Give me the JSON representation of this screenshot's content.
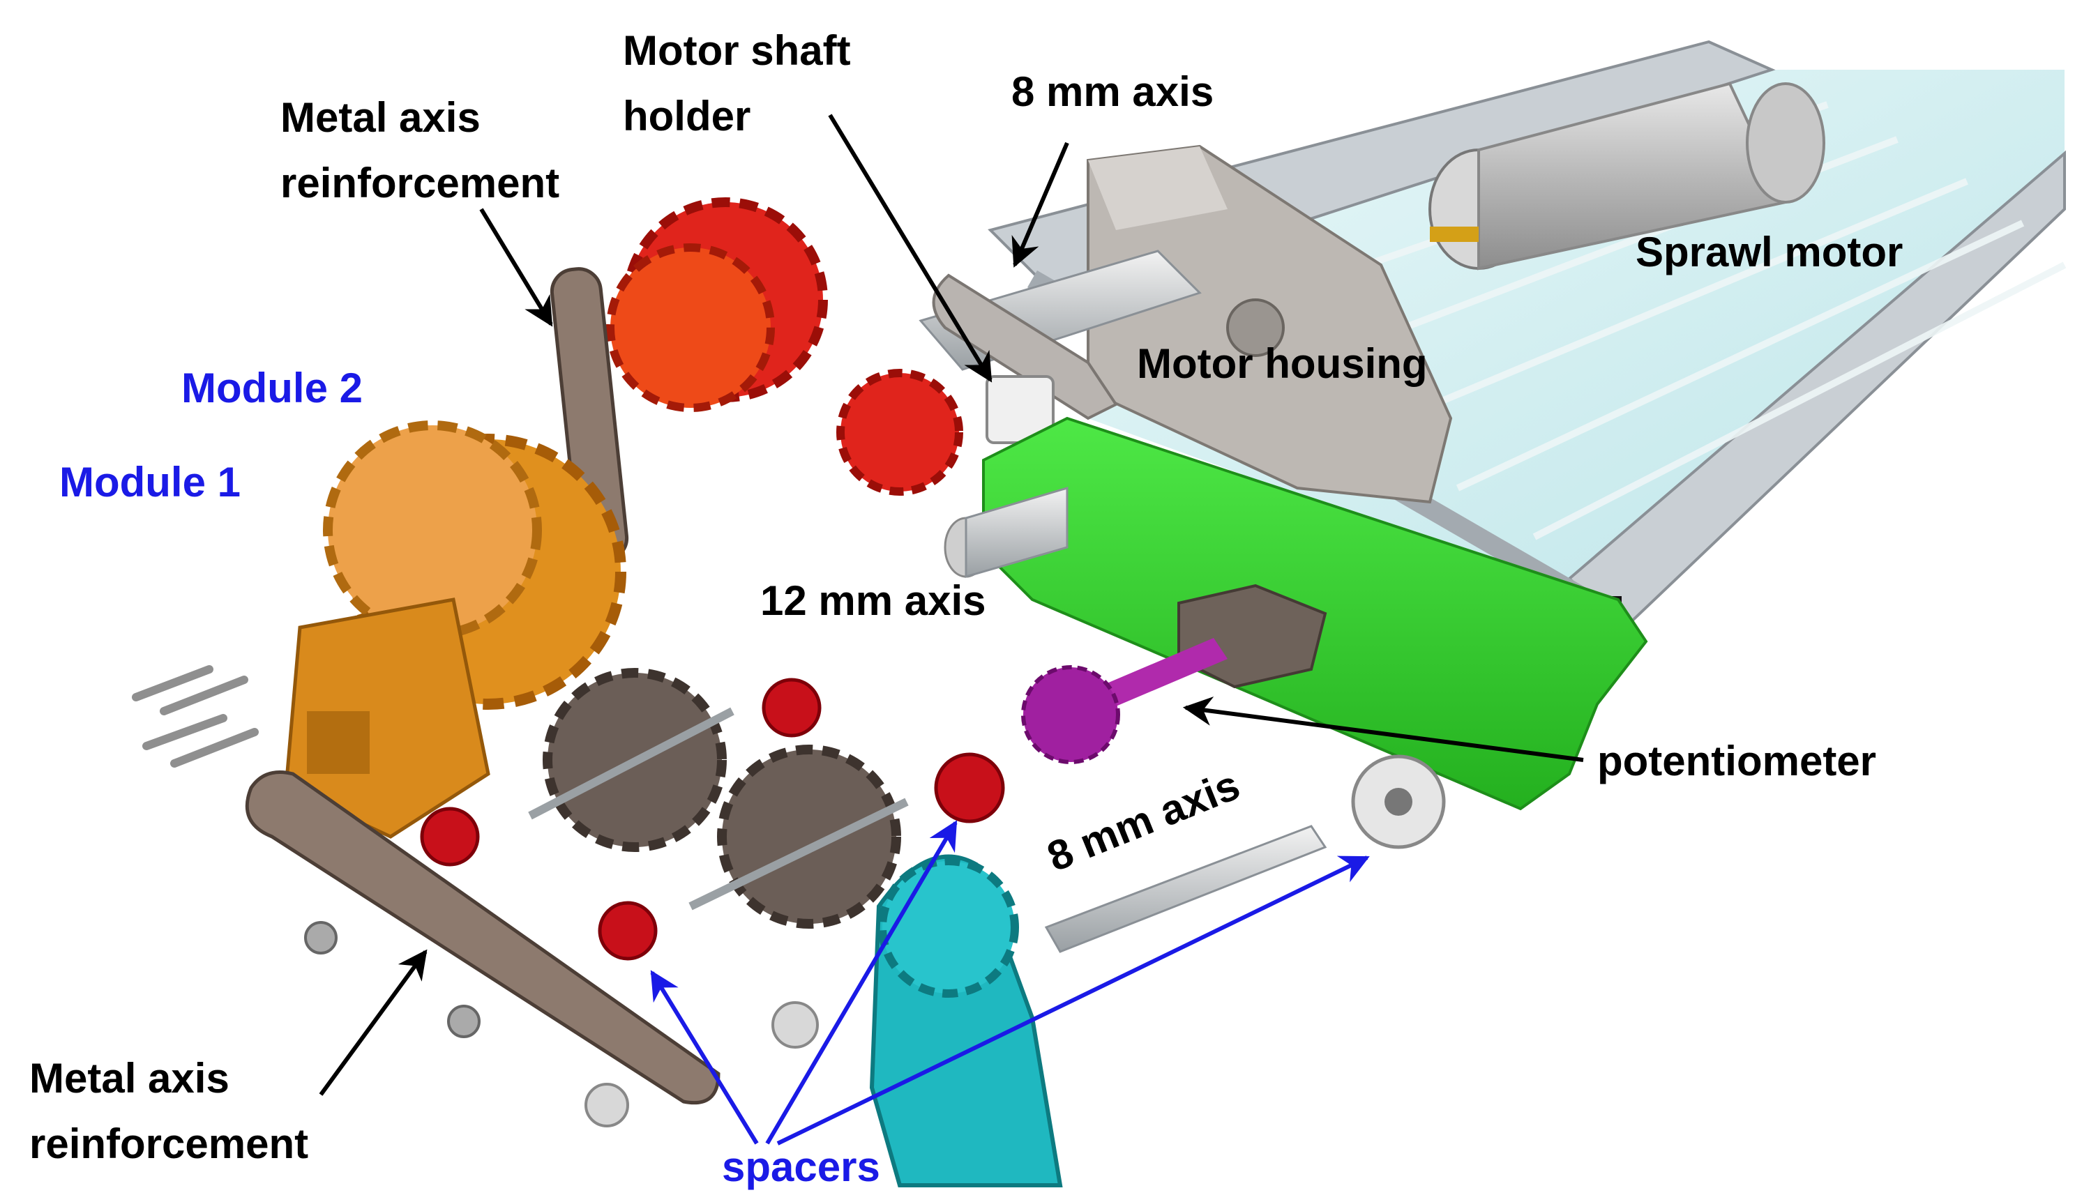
{
  "labels": {
    "motor_shaft_holder": [
      "Motor shaft",
      "holder"
    ],
    "metal_axis_top": [
      "Metal axis",
      "reinforcement"
    ],
    "axis_8mm_top": "8 mm axis",
    "sprawl_motor": "Sprawl motor",
    "module_2": "Module 2",
    "module_1": "Module 1",
    "motor_housing": "Motor housing",
    "axis_12mm": "12 mm axis",
    "potentiometer": "potentiometer",
    "axis_8mm_bottom": "8 mm axis",
    "metal_axis_bottom": [
      "Metal axis",
      "reinforcement"
    ],
    "spacers": "spacers"
  },
  "colors": {
    "label_text": "#000000",
    "module_label": "#1a1ae6",
    "spacer_arrows": "#1a1ae6",
    "black_arrows": "#000000",
    "gear_red": "#e0241c",
    "gear_orange": "#e0901e",
    "gear_dark": "#6b5e57",
    "gear_cyan": "#1fb8c0",
    "gear_purple": "#a020a0",
    "housing_green": "#33d42e",
    "frame_silver": "#c9cfd4",
    "spacer_red": "#c8101a",
    "glass": "#c8ecef"
  }
}
